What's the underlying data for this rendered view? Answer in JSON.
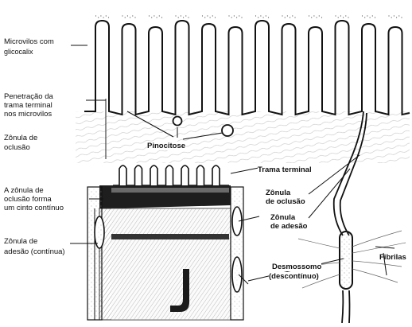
{
  "labels": {
    "microvilos_1": "Microvilos com",
    "microvilos_2": "glicocalix",
    "penetracao_1": "Penetração da",
    "penetracao_2": "trama terminal",
    "penetracao_3": "nos microvilos",
    "zonula_oclusao_1": "Zônula de",
    "zonula_oclusao_2": "oclusão",
    "cinto_1": "A zônula de",
    "cinto_2": "oclusão forma",
    "cinto_3": "um cinto contínuo",
    "zonula_adesao_l1": "Zônula de",
    "zonula_adesao_l2": "adesão (contínua)",
    "pinocitose": "Pinocitose",
    "trama_terminal": "Trama terminal",
    "zonula_oclusao_r1": "Zônula",
    "zonula_oclusao_r2": "de oclusão",
    "zonula_adesao_r1": "Zônula",
    "zonula_adesao_r2": "de adesão",
    "desmossomo_1": "Desmossomo",
    "desmossomo_2": "(descontínuo)",
    "fibrilas": "Fibrilas"
  }
}
